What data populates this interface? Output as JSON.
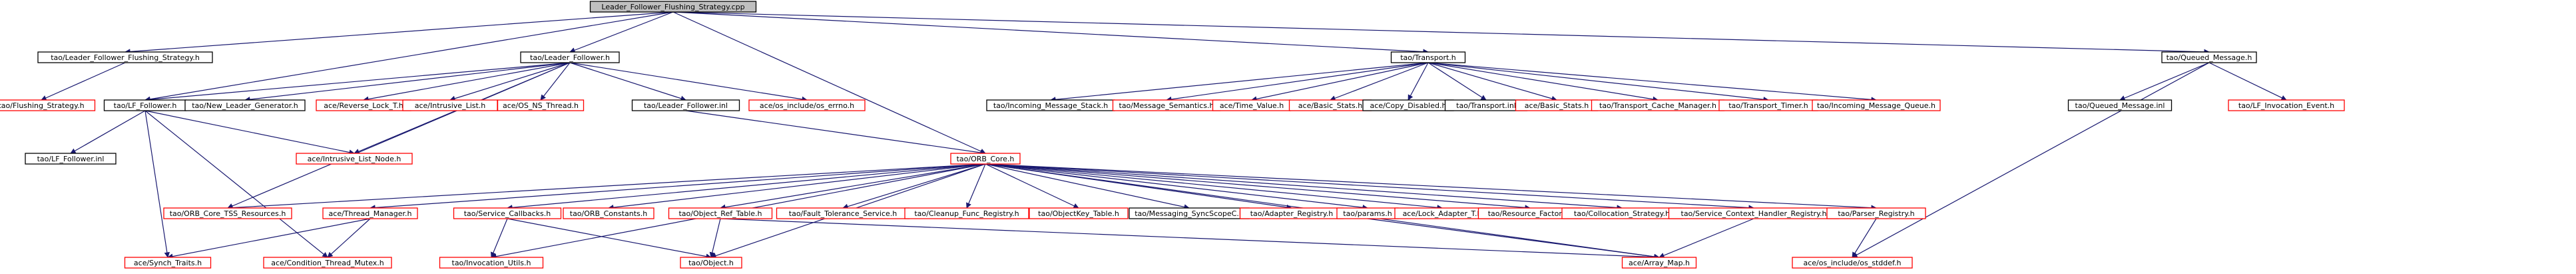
{
  "colors": {
    "edge": "#191970",
    "documented_border": "#000000",
    "truncated_border": "#ff0000",
    "root_fill": "#bfbfbf",
    "node_fill": "#ffffff"
  },
  "nodes": [
    {
      "id": "root",
      "label": "Leader_Follower_Flushing_Strategy.cpp",
      "kind": "root"
    },
    {
      "id": "lffs_h",
      "label": "tao/Leader_Follower_Flushing_Strategy.h",
      "kind": "documented"
    },
    {
      "id": "lf_h",
      "label": "tao/Leader_Follower.h",
      "kind": "documented"
    },
    {
      "id": "transport_h",
      "label": "tao/Transport.h",
      "kind": "documented"
    },
    {
      "id": "qm_h",
      "label": "tao/Queued_Message.h",
      "kind": "documented"
    },
    {
      "id": "flushing_h",
      "label": "tao/Flushing_Strategy.h",
      "kind": "truncated"
    },
    {
      "id": "lf_follower_h",
      "label": "tao/LF_Follower.h",
      "kind": "documented"
    },
    {
      "id": "new_leader_h",
      "label": "tao/New_Leader_Generator.h",
      "kind": "documented"
    },
    {
      "id": "reverse_lock_h",
      "label": "ace/Reverse_Lock_T.h",
      "kind": "truncated"
    },
    {
      "id": "intrusive_list_h",
      "label": "ace/Intrusive_List.h",
      "kind": "truncated"
    },
    {
      "id": "os_ns_thread_h",
      "label": "ace/OS_NS_Thread.h",
      "kind": "truncated"
    },
    {
      "id": "lf_inl",
      "label": "tao/Leader_Follower.inl",
      "kind": "documented"
    },
    {
      "id": "os_errno_h",
      "label": "ace/os_include/os_errno.h",
      "kind": "truncated"
    },
    {
      "id": "incoming_stack_h",
      "label": "tao/Incoming_Message_Stack.h",
      "kind": "documented"
    },
    {
      "id": "msg_semantics_h",
      "label": "tao/Message_Semantics.h",
      "kind": "truncated"
    },
    {
      "id": "time_value_h",
      "label": "ace/Time_Value.h",
      "kind": "truncated"
    },
    {
      "id": "basic_stats_a",
      "label": "ace/Basic_Stats.h",
      "kind": "truncated"
    },
    {
      "id": "copy_disabled_h",
      "label": "ace/Copy_Disabled.h",
      "kind": "documented"
    },
    {
      "id": "transport_inl",
      "label": "tao/Transport.inl",
      "kind": "documented"
    },
    {
      "id": "basic_stats_b",
      "label": "ace/Basic_Stats.h",
      "kind": "truncated"
    },
    {
      "id": "transport_cache_h",
      "label": "tao/Transport_Cache_Manager.h",
      "kind": "truncated"
    },
    {
      "id": "transport_timer_h",
      "label": "tao/Transport_Timer.h",
      "kind": "truncated"
    },
    {
      "id": "incoming_queue_h",
      "label": "tao/Incoming_Message_Queue.h",
      "kind": "truncated"
    },
    {
      "id": "qm_inl",
      "label": "tao/Queued_Message.inl",
      "kind": "documented"
    },
    {
      "id": "lf_invocation_h",
      "label": "tao/LF_Invocation_Event.h",
      "kind": "truncated"
    },
    {
      "id": "lf_follower_inl",
      "label": "tao/LF_Follower.inl",
      "kind": "documented"
    },
    {
      "id": "intrusive_node_h",
      "label": "ace/Intrusive_List_Node.h",
      "kind": "truncated"
    },
    {
      "id": "orb_core_h",
      "label": "tao/ORB_Core.h",
      "kind": "truncated"
    },
    {
      "id": "orb_core_tss_h",
      "label": "tao/ORB_Core_TSS_Resources.h",
      "kind": "truncated"
    },
    {
      "id": "thread_manager_h",
      "label": "ace/Thread_Manager.h",
      "kind": "truncated"
    },
    {
      "id": "service_callbacks_h",
      "label": "tao/Service_Callbacks.h",
      "kind": "truncated"
    },
    {
      "id": "orb_constants_h",
      "label": "tao/ORB_Constants.h",
      "kind": "truncated"
    },
    {
      "id": "obj_ref_table_h",
      "label": "tao/Object_Ref_Table.h",
      "kind": "truncated"
    },
    {
      "id": "fault_tolerance_h",
      "label": "tao/Fault_Tolerance_Service.h",
      "kind": "truncated"
    },
    {
      "id": "cleanup_func_h",
      "label": "tao/Cleanup_Func_Registry.h",
      "kind": "truncated"
    },
    {
      "id": "objectkey_table_h",
      "label": "tao/ObjectKey_Table.h",
      "kind": "truncated"
    },
    {
      "id": "messaging_sync_h",
      "label": "tao/Messaging_SyncScopeC.h",
      "kind": "documented"
    },
    {
      "id": "adapter_registry_h",
      "label": "tao/Adapter_Registry.h",
      "kind": "truncated"
    },
    {
      "id": "params_h",
      "label": "tao/params.h",
      "kind": "truncated"
    },
    {
      "id": "lock_adapter_h",
      "label": "ace/Lock_Adapter_T.h",
      "kind": "truncated"
    },
    {
      "id": "resource_factory_h",
      "label": "tao/Resource_Factory.h",
      "kind": "truncated"
    },
    {
      "id": "collocation_h",
      "label": "tao/Collocation_Strategy.h",
      "kind": "truncated"
    },
    {
      "id": "service_context_h",
      "label": "tao/Service_Context_Handler_Registry.h",
      "kind": "truncated"
    },
    {
      "id": "parser_registry_h",
      "label": "tao/Parser_Registry.h",
      "kind": "truncated"
    },
    {
      "id": "synch_traits_h",
      "label": "ace/Synch_Traits.h",
      "kind": "truncated"
    },
    {
      "id": "condition_mutex_h",
      "label": "ace/Condition_Thread_Mutex.h",
      "kind": "truncated"
    },
    {
      "id": "invocation_utils_h",
      "label": "tao/Invocation_Utils.h",
      "kind": "truncated"
    },
    {
      "id": "object_h",
      "label": "tao/Object.h",
      "kind": "truncated"
    },
    {
      "id": "array_map_h",
      "label": "ace/Array_Map.h",
      "kind": "truncated"
    },
    {
      "id": "os_stddef_h",
      "label": "ace/os_include/os_stddef.h",
      "kind": "truncated"
    }
  ],
  "edges": [
    [
      "root",
      "lffs_h"
    ],
    [
      "root",
      "lf_h"
    ],
    [
      "root",
      "transport_h"
    ],
    [
      "root",
      "qm_h"
    ],
    [
      "root",
      "lf_follower_h"
    ],
    [
      "root",
      "orb_core_h"
    ],
    [
      "lffs_h",
      "flushing_h"
    ],
    [
      "lf_h",
      "lf_follower_h"
    ],
    [
      "lf_h",
      "new_leader_h"
    ],
    [
      "lf_h",
      "reverse_lock_h"
    ],
    [
      "lf_h",
      "intrusive_list_h"
    ],
    [
      "lf_h",
      "os_ns_thread_h"
    ],
    [
      "lf_h",
      "lf_inl"
    ],
    [
      "lf_h",
      "os_errno_h"
    ],
    [
      "lf_h",
      "intrusive_node_h"
    ],
    [
      "lf_h",
      "orb_core_tss_h"
    ],
    [
      "transport_h",
      "incoming_stack_h"
    ],
    [
      "transport_h",
      "msg_semantics_h"
    ],
    [
      "transport_h",
      "time_value_h"
    ],
    [
      "transport_h",
      "basic_stats_a"
    ],
    [
      "transport_h",
      "copy_disabled_h"
    ],
    [
      "transport_h",
      "transport_inl"
    ],
    [
      "transport_h",
      "basic_stats_b"
    ],
    [
      "transport_h",
      "transport_cache_h"
    ],
    [
      "transport_h",
      "transport_timer_h"
    ],
    [
      "transport_h",
      "incoming_queue_h"
    ],
    [
      "qm_h",
      "qm_inl"
    ],
    [
      "qm_h",
      "lf_invocation_h"
    ],
    [
      "qm_h",
      "os_stddef_h"
    ],
    [
      "lf_follower_h",
      "lf_follower_inl"
    ],
    [
      "lf_follower_h",
      "intrusive_node_h"
    ],
    [
      "lf_follower_h",
      "synch_traits_h"
    ],
    [
      "lf_follower_h",
      "condition_mutex_h"
    ],
    [
      "lf_inl",
      "orb_core_h"
    ],
    [
      "orb_core_h",
      "orb_core_tss_h"
    ],
    [
      "orb_core_h",
      "thread_manager_h"
    ],
    [
      "orb_core_h",
      "service_callbacks_h"
    ],
    [
      "orb_core_h",
      "orb_constants_h"
    ],
    [
      "orb_core_h",
      "obj_ref_table_h"
    ],
    [
      "orb_core_h",
      "fault_tolerance_h"
    ],
    [
      "orb_core_h",
      "cleanup_func_h"
    ],
    [
      "orb_core_h",
      "objectkey_table_h"
    ],
    [
      "orb_core_h",
      "messaging_sync_h"
    ],
    [
      "orb_core_h",
      "adapter_registry_h"
    ],
    [
      "orb_core_h",
      "params_h"
    ],
    [
      "orb_core_h",
      "lock_adapter_h"
    ],
    [
      "orb_core_h",
      "resource_factory_h"
    ],
    [
      "orb_core_h",
      "collocation_h"
    ],
    [
      "orb_core_h",
      "service_context_h"
    ],
    [
      "orb_core_h",
      "parser_registry_h"
    ],
    [
      "orb_core_h",
      "invocation_utils_h"
    ],
    [
      "orb_core_h",
      "object_h"
    ],
    [
      "orb_core_h",
      "array_map_h"
    ],
    [
      "thread_manager_h",
      "synch_traits_h"
    ],
    [
      "thread_manager_h",
      "condition_mutex_h"
    ],
    [
      "service_callbacks_h",
      "invocation_utils_h"
    ],
    [
      "service_callbacks_h",
      "object_h"
    ],
    [
      "obj_ref_table_h",
      "object_h"
    ],
    [
      "obj_ref_table_h",
      "array_map_h"
    ],
    [
      "params_h",
      "array_map_h"
    ],
    [
      "service_context_h",
      "array_map_h"
    ],
    [
      "parser_registry_h",
      "os_stddef_h"
    ]
  ]
}
